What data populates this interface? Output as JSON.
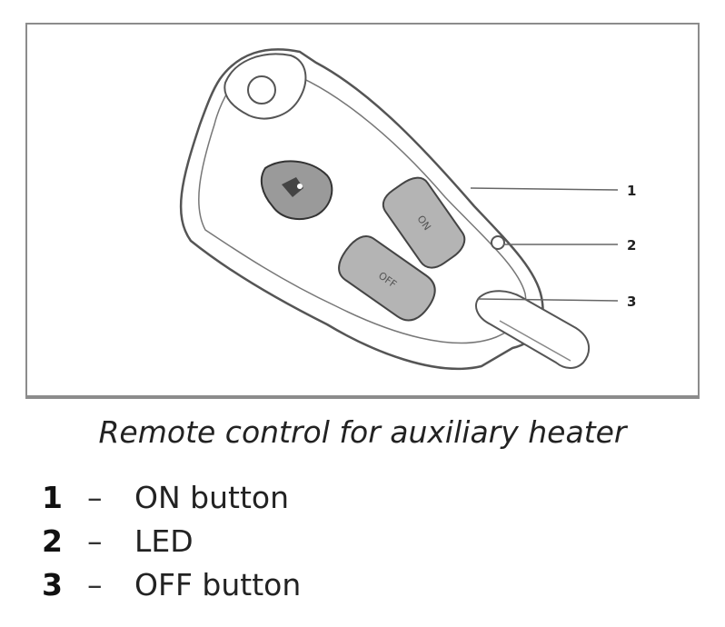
{
  "caption": "Remote control for auxiliary heater",
  "callouts": [
    "1",
    "2",
    "3"
  ],
  "buttons": {
    "on_label": "ON",
    "off_label": "OFF"
  },
  "legend": [
    {
      "number": "1",
      "dash": "–",
      "text": "ON button"
    },
    {
      "number": "2",
      "dash": "–",
      "text": "LED"
    },
    {
      "number": "3",
      "dash": "–",
      "text": "OFF button"
    }
  ],
  "colors": {
    "body": "#ffffff",
    "outline": "#555555",
    "button": "#b4b4b4",
    "frame": "#8c8c8c"
  }
}
